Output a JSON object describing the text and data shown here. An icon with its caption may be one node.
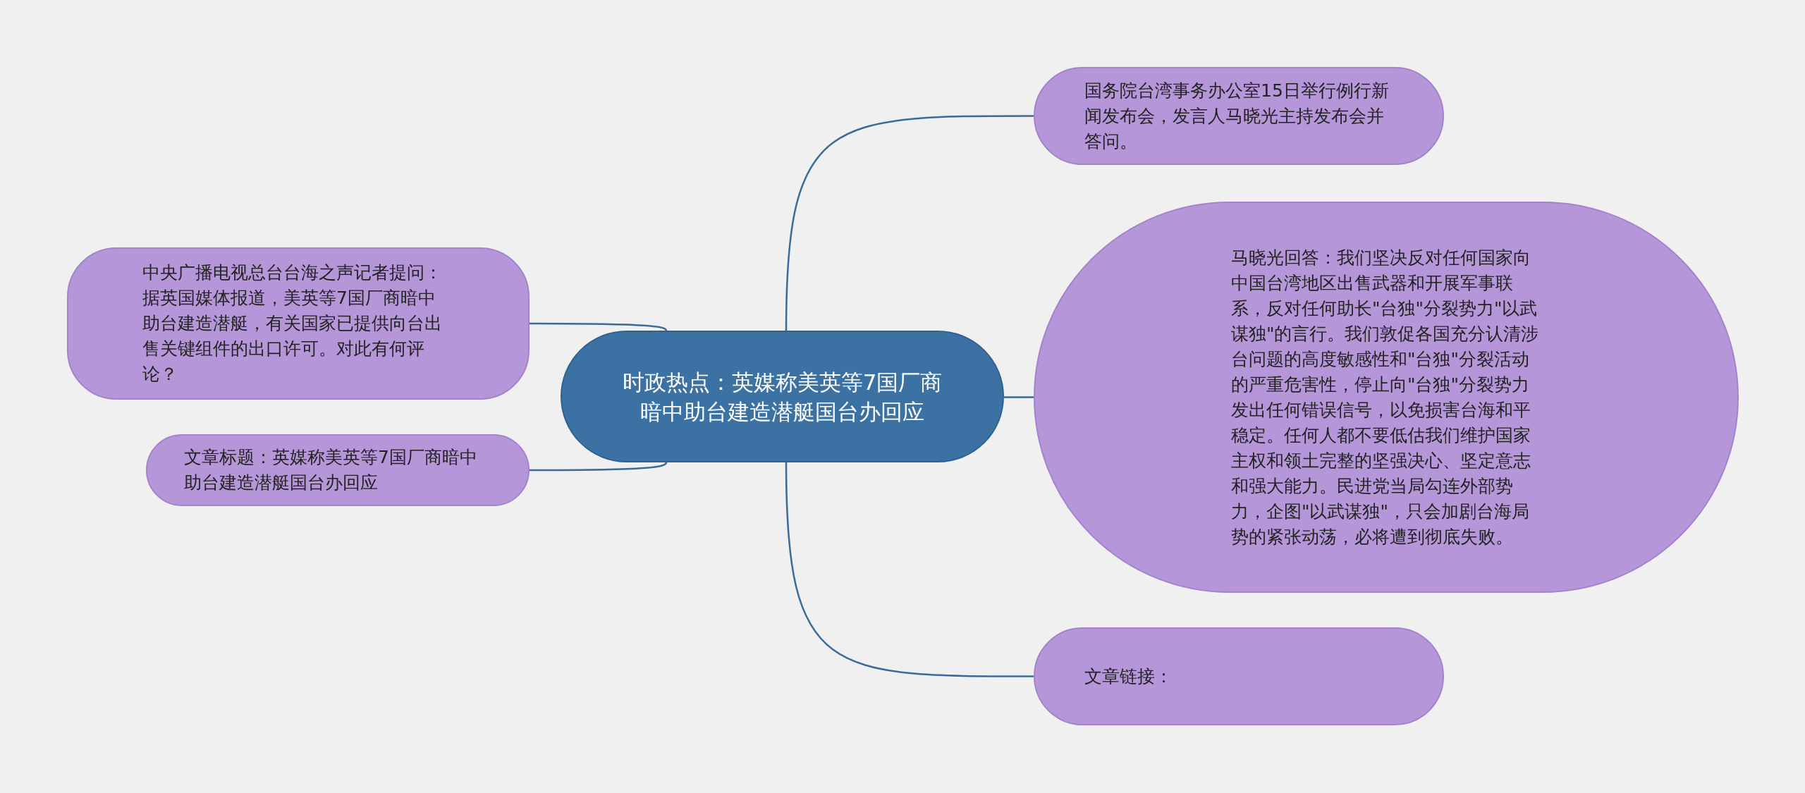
{
  "diagram": {
    "nodes": [
      {
        "text": [
          "时政热点：英媒称美英等7国厂商暗中助台建造潜艇国台办回应"
        ]
      },
      {
        "text": [
          "中央广播电视总台台海之声记者提问：据英国媒体报道，美英等7国厂商暗中助台建造潜艇，有关国家已提供向台出售关键组件的出口许可。对此有何评论？"
        ]
      },
      {
        "text": [
          "文章标题：英媒称美英等7国厂商暗中助台建造潜艇国台办回应"
        ]
      },
      {
        "text": [
          "国务院台湾事务办公室15日举行例行新闻发布会，发言人马晓光主持发布会并答问。"
        ]
      },
      {
        "text": [
          "马晓光回答：我们坚决反对任何国家向中国台湾地区出售武器和开展军事联系，反对任何助长\"台独\"分裂势力\"以武谋独\"的言行。我们敦促各国充分认清涉台问题的高度敏感性和\"台独\"分裂活动的严重危害性，停止向\"台独\"分裂势力发出任何错误信号，以免损害台海和平稳定。任何人都不要低估我们维护国家主权和领土完整的坚强决心、坚定意志和强大能力。民进党当局勾连外部势力，企图\"以武谋独\"，只会加剧台海局势的紧张动荡，必将遭到彻底失败。"
        ]
      },
      {
        "text": [
          "文章链接："
        ]
      }
    ],
    "edges": [
      {
        "from": 0,
        "to": 1,
        "arrow": "none"
      },
      {
        "from": 0,
        "to": 2,
        "arrow": "none"
      },
      {
        "from": 0,
        "to": 3,
        "arrow": "none"
      },
      {
        "from": 0,
        "to": 4,
        "arrow": "none"
      },
      {
        "from": 0,
        "to": 5,
        "arrow": "none"
      }
    ]
  }
}
